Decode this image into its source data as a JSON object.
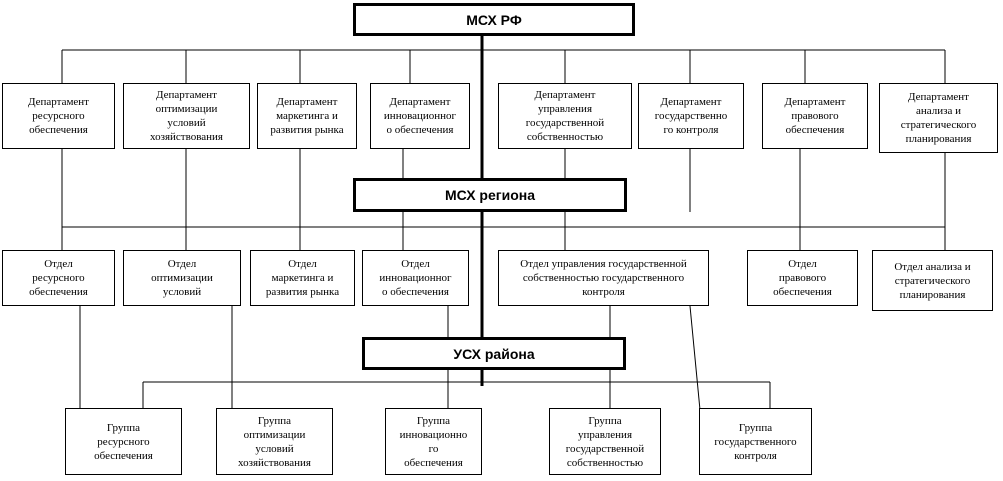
{
  "level1": {
    "title": "МСХ РФ"
  },
  "level1_departments": [
    "Департамент\nресурсного\nобеспечения",
    "Департамент\nоптимизации\nусловий\nхозяйствования",
    "Департамент\nмаркетинга и\nразвития рынка",
    "Департамент\nинновационног\nо обеспечения",
    "Департамент\nуправления\nгосударственной\nсобственностью",
    "Департамент\nгосударственно\nго контроля",
    "Департамент\nправового\nобеспечения",
    "Департамент\nанализа и\nстратегического\nпланирования"
  ],
  "level2": {
    "title": "МСХ региона"
  },
  "level2_departments": [
    "Отдел\nресурсного\nобеспечения",
    "Отдел\nоптимизации\nусловий",
    "Отдел\nмаркетинга и\nразвития рынка",
    "Отдел\nинновационног\nо обеспечения",
    "Отдел управления государственной\nсобственностью государственного\nконтроля",
    "Отдел\nправового\nобеспечения",
    "Отдел анализа и\nстратегического\nпланирования"
  ],
  "level3": {
    "title": "УСХ района"
  },
  "level3_groups": [
    "Группа\nресурсного\nобеспечения",
    "Группа\nоптимизации\nусловий\nхозяйствования",
    "Группа\nинновационно\nго\nобеспечения",
    "Группа\nуправления\nгосударственной\nсобственностью",
    "Группа\nгосударственного\nконтроля"
  ]
}
